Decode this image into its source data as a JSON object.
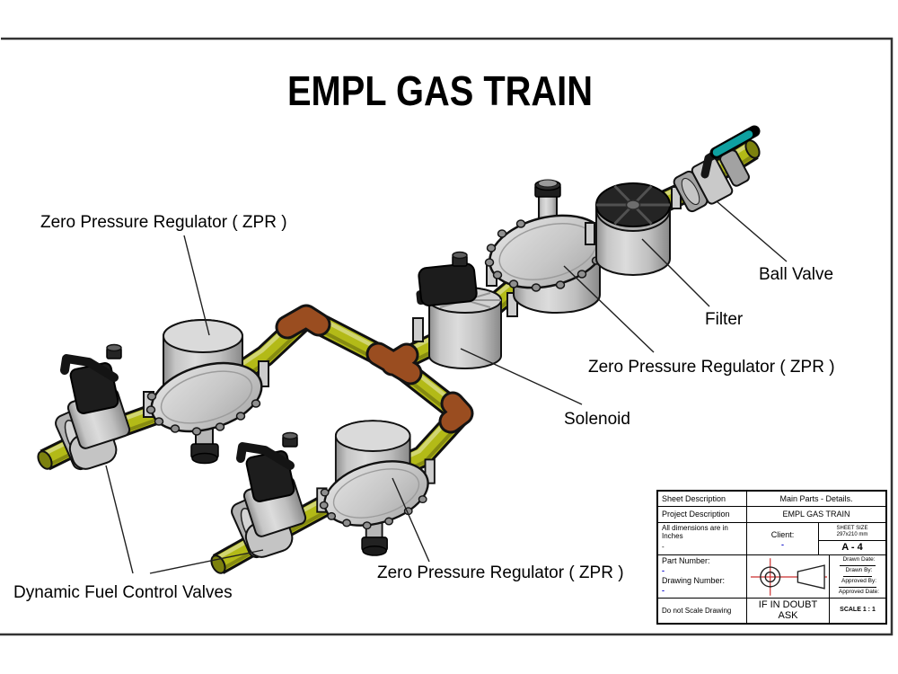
{
  "title": "EMPL GAS TRAIN",
  "labels": {
    "zpr_top_left": "Zero Pressure Regulator ( ZPR )",
    "ball_valve": "Ball Valve",
    "filter": "Filter",
    "zpr_right": "Zero Pressure Regulator ( ZPR )",
    "solenoid": "Solenoid",
    "zpr_bottom": "Zero Pressure Regulator ( ZPR )",
    "dynamic_fuel_control_valves": "Dynamic Fuel Control Valves"
  },
  "title_block": {
    "sheet_description_label": "Sheet Description",
    "sheet_description_value": "Main Parts - Details.",
    "project_description_label": "Project Description",
    "project_description_value": "EMPL GAS TRAIN",
    "dimensions_note_line1": "All dimensions are in",
    "dimensions_note_line2": "Inches",
    "dimensions_dash": "-",
    "client_label": "Client:",
    "client_value": "-",
    "sheet_size_label": "SHEET SIZE",
    "sheet_size_value": "297x210 mm",
    "sheet_format": "A - 4",
    "part_number_label": "Part Number:",
    "part_number_value": "-",
    "drawing_number_label": "Drawing Number:",
    "drawing_number_value": "-",
    "drawn_date_label": "Drawn Date:",
    "drawn_by_label": "Drawn By:",
    "approved_by_label": "Approved By:",
    "approved_date_label": "Approved Date:",
    "do_not_scale": "Do not Scale Drawing",
    "if_in_doubt": "IF IN DOUBT ASK",
    "scale": "SCALE 1 : 1"
  },
  "colors": {
    "pipe_olive": "#b3ba17",
    "pipe_dark": "#7c810e",
    "fitting_brown": "#9a4d20",
    "metal_light": "#d9d9d9",
    "metal_gray": "#c6c6c6",
    "metal_dark": "#8f8f8f",
    "part_black": "#1d1d1d",
    "handle_teal": "#0ea0a0",
    "accent_blue": "#1a1acc",
    "accent_red": "#cc2f2f"
  }
}
